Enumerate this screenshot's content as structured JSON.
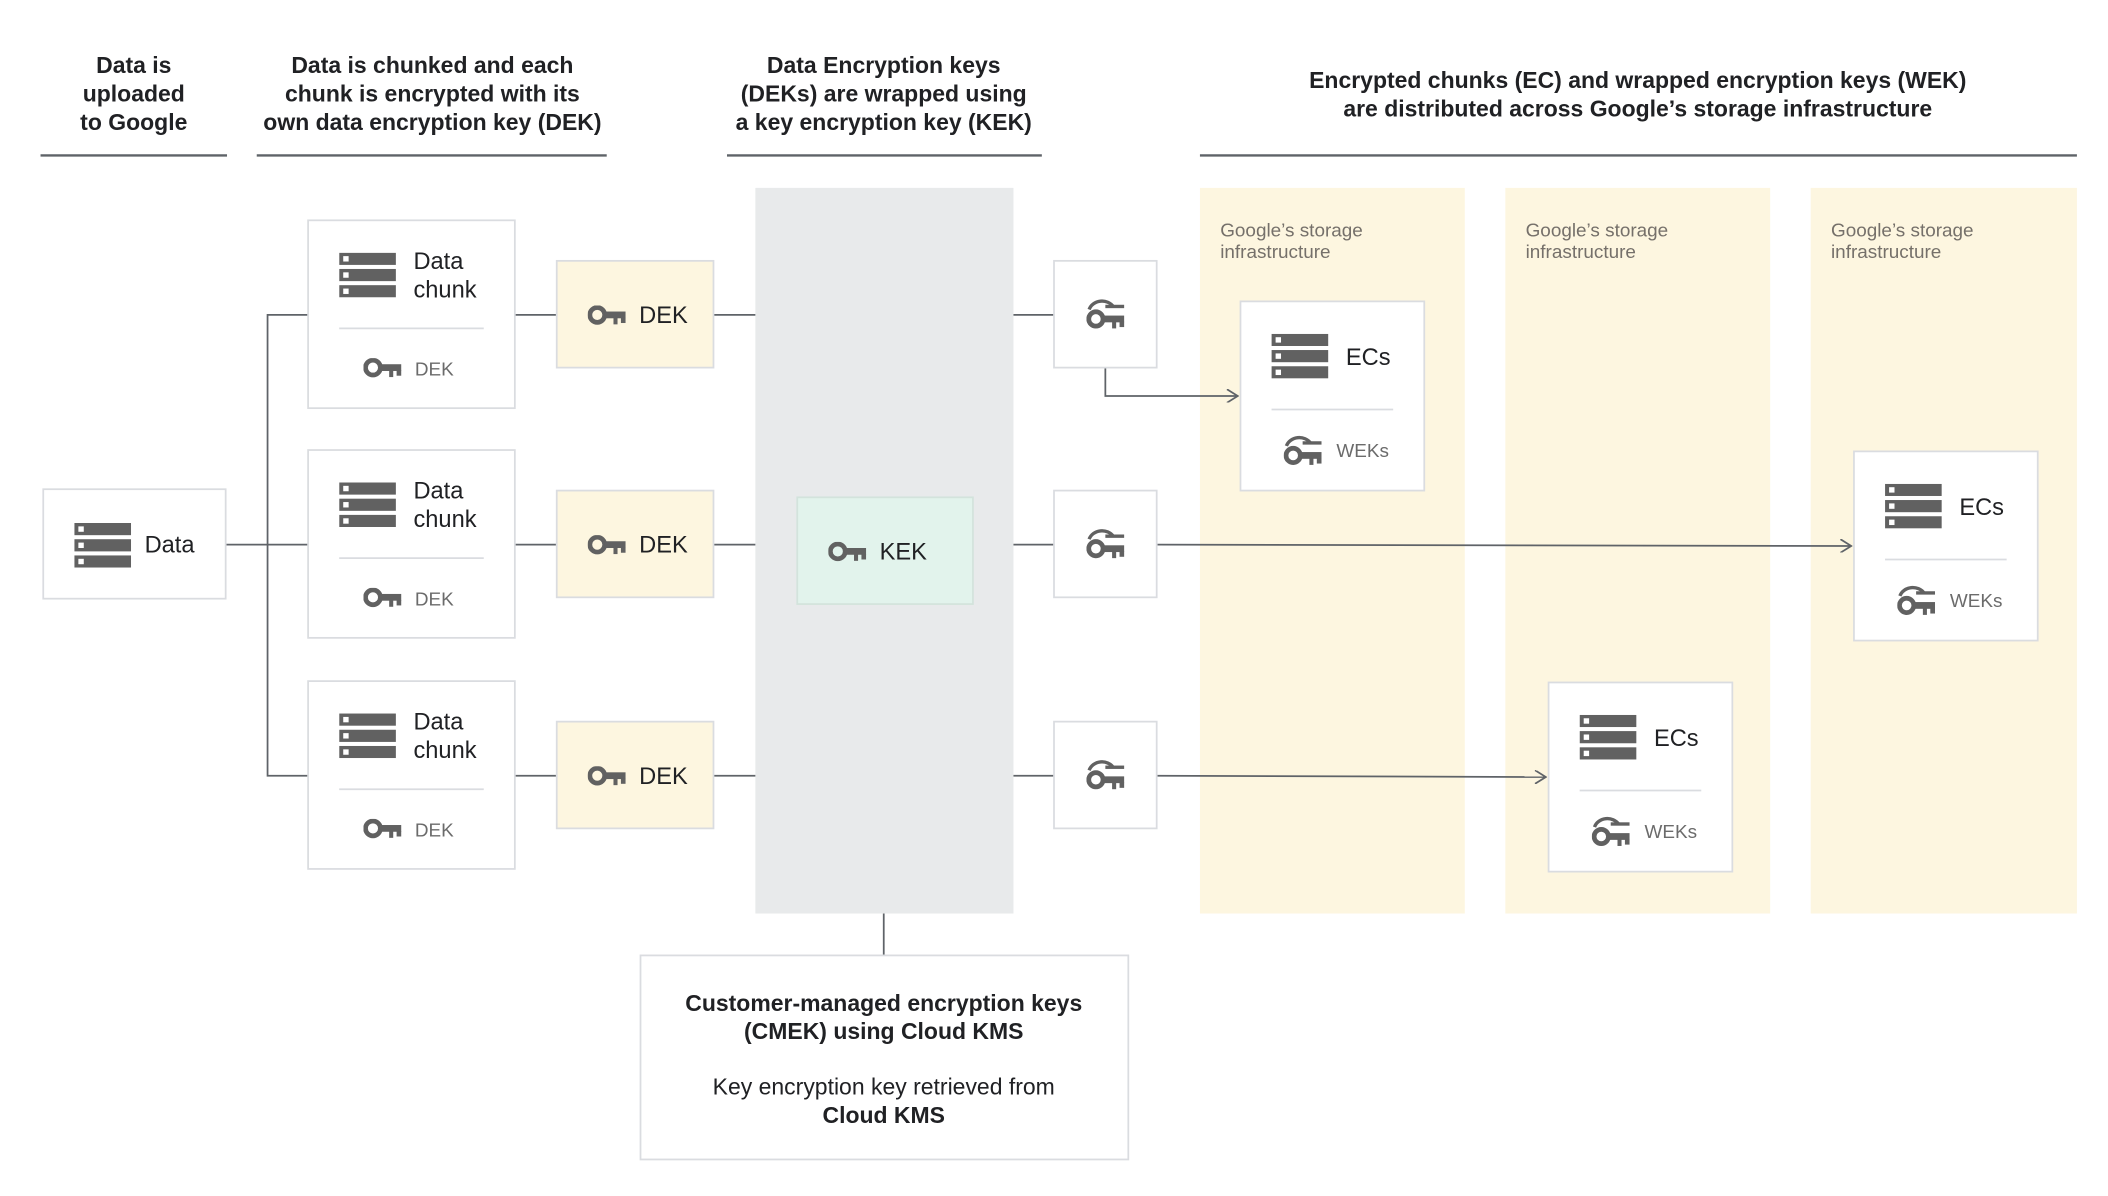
{
  "headers": [
    {
      "lines": [
        "Data is",
        "uploaded",
        "to Google"
      ]
    },
    {
      "lines": [
        "Data is chunked and each",
        "chunk is encrypted with its",
        "own data encryption key (DEK)"
      ]
    },
    {
      "lines": [
        "Data Encryption keys",
        "(DEKs) are wrapped using",
        "a key encryption key (KEK)"
      ]
    },
    {
      "lines": [
        "Encrypted chunks (EC) and wrapped encryption keys (WEK)",
        "are distributed across Google’s storage infrastructure"
      ]
    }
  ],
  "data_box": {
    "label": "Data",
    "icon": "server-icon"
  },
  "chunk": {
    "lines": [
      "Data",
      "chunk"
    ],
    "key_label": "DEK",
    "icon": "server-icon",
    "key_icon": "key-icon"
  },
  "dek": {
    "label": "DEK",
    "icon": "key-icon"
  },
  "kek": {
    "label": "KEK",
    "icon": "key-icon"
  },
  "wrapped_key": {
    "icon": "wrapped-key-icon"
  },
  "storage": {
    "lines": [
      "Google’s storage",
      "infrastructure"
    ]
  },
  "ec_box": {
    "label": "ECs",
    "wek_label": "WEKs"
  },
  "cmek": {
    "title_lines": [
      "Customer-managed encryption keys",
      "(CMEK) using Cloud KMS"
    ],
    "body_line": "Key encryption key retrieved from",
    "body_bold": "Cloud KMS"
  },
  "colors": {
    "line": "#5f6368",
    "border": "#dadce0",
    "dek_fill": "#fdf6e0",
    "storage_fill": "#fdf6e0",
    "kek_column": "#e8eaeb",
    "kek_fill": "#e2f3ec",
    "icon": "#616161"
  }
}
